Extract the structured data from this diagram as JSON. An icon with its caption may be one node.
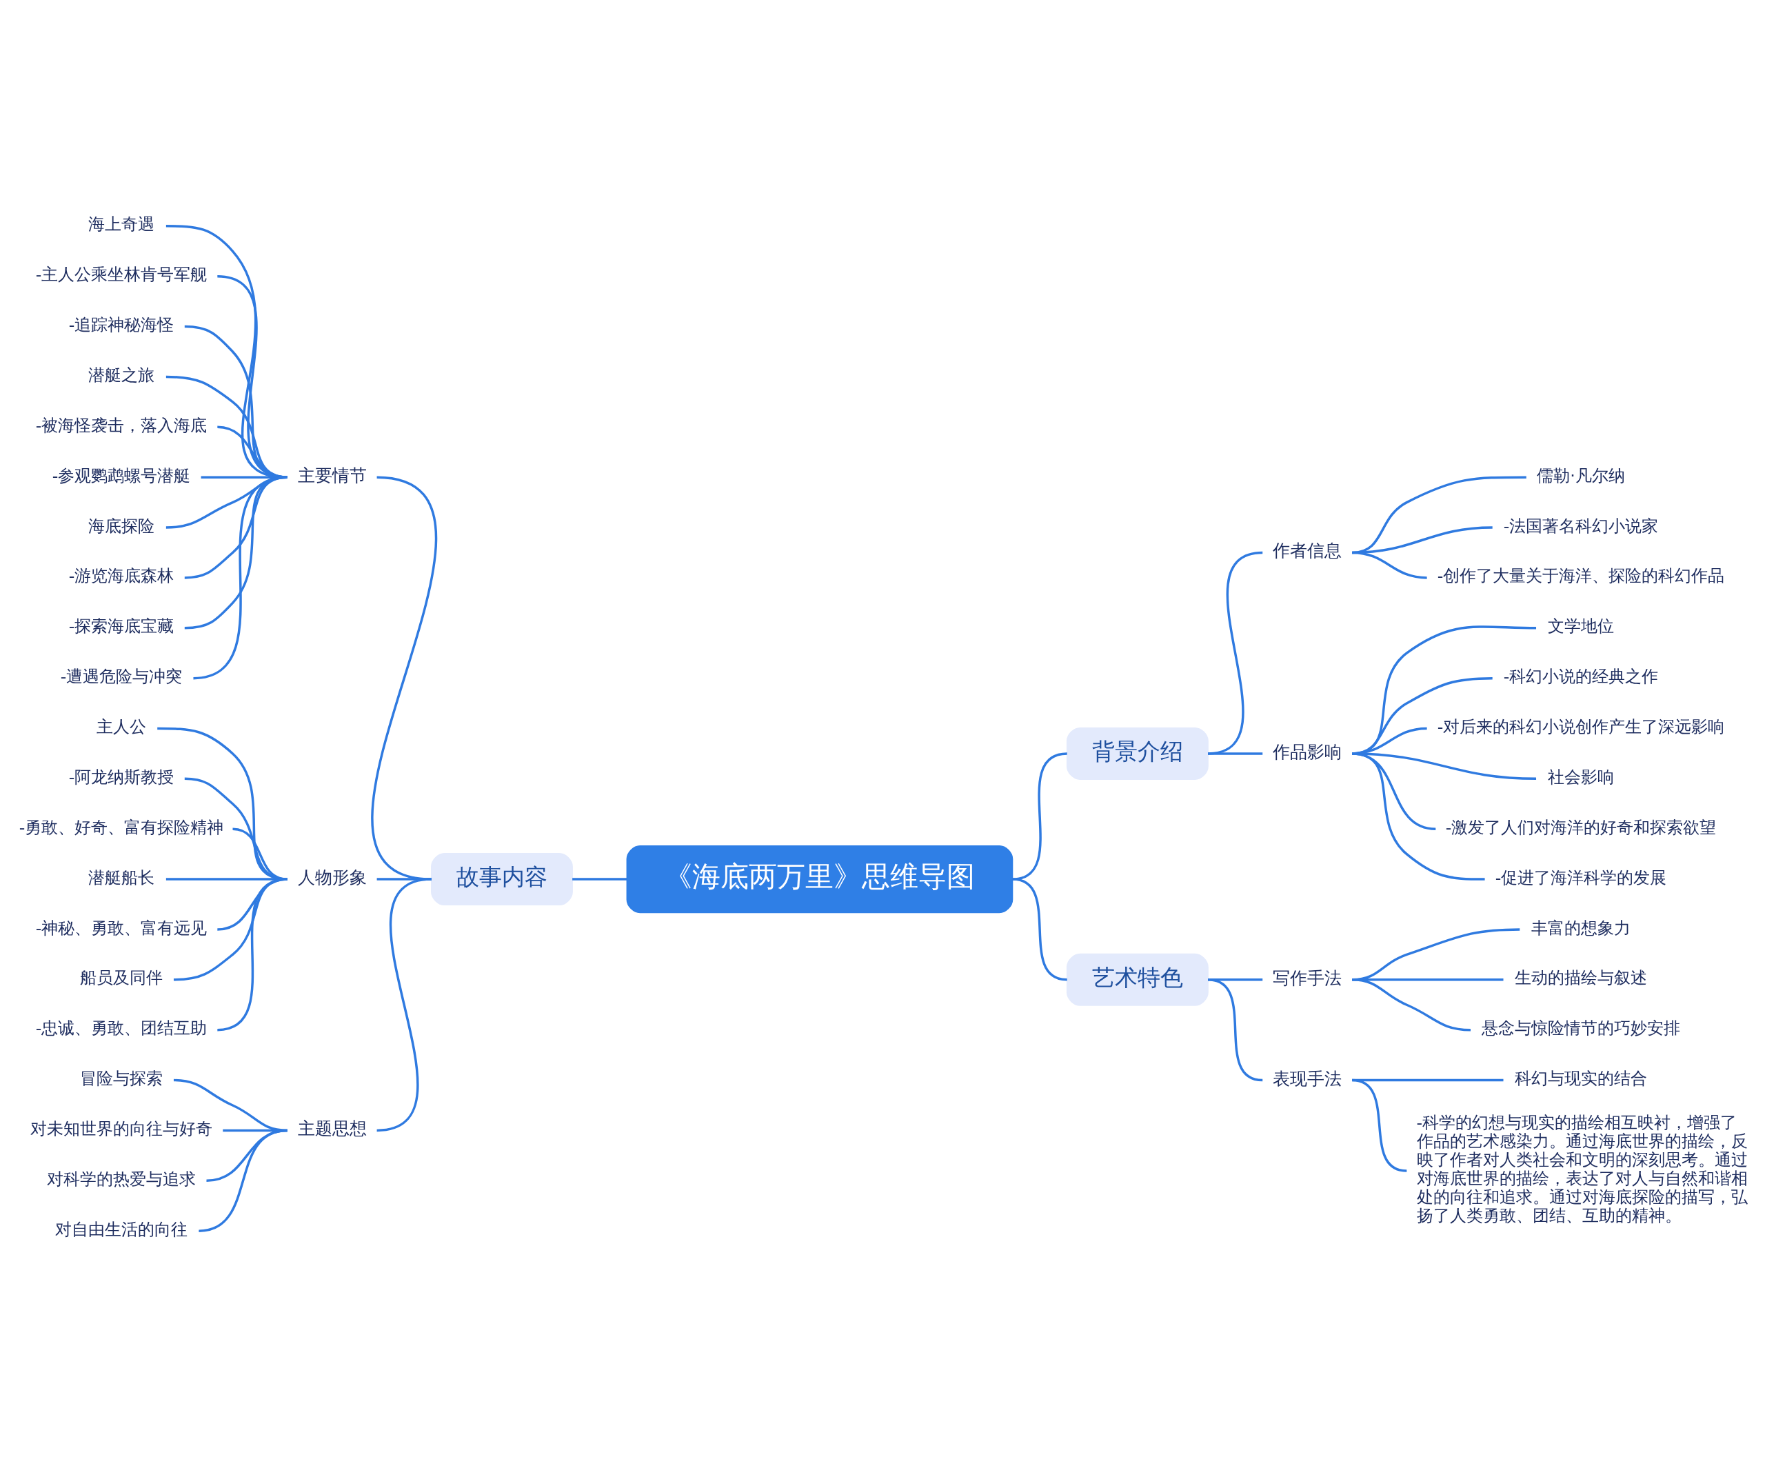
{
  "diagram": {
    "nodes": [
      {
        "text": [
          "《海底两万里》思维导图"
        ]
      },
      {
        "text": [
          "故事内容"
        ]
      },
      {
        "text": [
          "主要情节"
        ]
      },
      {
        "text": [
          "海上奇遇"
        ]
      },
      {
        "text": [
          "-主人公乘坐林肯号军舰"
        ]
      },
      {
        "text": [
          "-追踪神秘海怪"
        ]
      },
      {
        "text": [
          "潜艇之旅"
        ]
      },
      {
        "text": [
          "-被海怪袭击，落入海底"
        ]
      },
      {
        "text": [
          "-参观鹦鹉螺号潜艇"
        ]
      },
      {
        "text": [
          "海底探险"
        ]
      },
      {
        "text": [
          "-游览海底森林"
        ]
      },
      {
        "text": [
          "-探索海底宝藏"
        ]
      },
      {
        "text": [
          "-遭遇危险与冲突"
        ]
      },
      {
        "text": [
          "人物形象"
        ]
      },
      {
        "text": [
          "主人公"
        ]
      },
      {
        "text": [
          "-阿龙纳斯教授"
        ]
      },
      {
        "text": [
          "-勇敢、好奇、富有探险精神"
        ]
      },
      {
        "text": [
          "潜艇船长"
        ]
      },
      {
        "text": [
          "-神秘、勇敢、富有远见"
        ]
      },
      {
        "text": [
          "船员及同伴"
        ]
      },
      {
        "text": [
          "-忠诚、勇敢、团结互助"
        ]
      },
      {
        "text": [
          "主题思想"
        ]
      },
      {
        "text": [
          "冒险与探索"
        ]
      },
      {
        "text": [
          "对未知世界的向往与好奇"
        ]
      },
      {
        "text": [
          "对科学的热爱与追求"
        ]
      },
      {
        "text": [
          "对自由生活的向往"
        ]
      },
      {
        "text": [
          "背景介绍"
        ]
      },
      {
        "text": [
          "作者信息"
        ]
      },
      {
        "text": [
          "儒勒·凡尔纳"
        ]
      },
      {
        "text": [
          "-法国著名科幻小说家"
        ]
      },
      {
        "text": [
          "-创作了大量关于海洋、探险的科幻作品"
        ]
      },
      {
        "text": [
          "作品影响"
        ]
      },
      {
        "text": [
          "文学地位"
        ]
      },
      {
        "text": [
          "-科幻小说的经典之作"
        ]
      },
      {
        "text": [
          "-对后来的科幻小说创作产生了深远影响"
        ]
      },
      {
        "text": [
          "社会影响"
        ]
      },
      {
        "text": [
          "-激发了人们对海洋的好奇和探索欲望"
        ]
      },
      {
        "text": [
          "-促进了海洋科学的发展"
        ]
      },
      {
        "text": [
          "艺术特色"
        ]
      },
      {
        "text": [
          "写作手法"
        ]
      },
      {
        "text": [
          "丰富的想象力"
        ]
      },
      {
        "text": [
          "生动的描绘与叙述"
        ]
      },
      {
        "text": [
          "悬念与惊险情节的巧妙安排"
        ]
      },
      {
        "text": [
          "表现手法"
        ]
      },
      {
        "text": [
          "科幻与现实的结合"
        ]
      },
      {
        "text": [
          "-科学的幻想与现实的描绘相互映衬，增强了作品的艺术感染力。通过海底世界的描绘，反映了作者对人类社会和文明的深刻思考。通过对海底世界的描绘，表达了对人与自然和谐相处的向往和追求。通过对海底探险的描写，弘扬了人类勇敢、团结、互助的精神。"
        ]
      }
    ],
    "edges": [
      {
        "from": 0,
        "to": 1,
        "arrow": "none"
      },
      {
        "from": 1,
        "to": 2,
        "arrow": "none"
      },
      {
        "from": 2,
        "to": 3,
        "arrow": "none"
      },
      {
        "from": 2,
        "to": 4,
        "arrow": "none"
      },
      {
        "from": 2,
        "to": 5,
        "arrow": "none"
      },
      {
        "from": 2,
        "to": 6,
        "arrow": "none"
      },
      {
        "from": 2,
        "to": 7,
        "arrow": "none"
      },
      {
        "from": 2,
        "to": 8,
        "arrow": "none"
      },
      {
        "from": 2,
        "to": 9,
        "arrow": "none"
      },
      {
        "from": 2,
        "to": 10,
        "arrow": "none"
      },
      {
        "from": 2,
        "to": 11,
        "arrow": "none"
      },
      {
        "from": 2,
        "to": 12,
        "arrow": "none"
      },
      {
        "from": 1,
        "to": 13,
        "arrow": "none"
      },
      {
        "from": 13,
        "to": 14,
        "arrow": "none"
      },
      {
        "from": 13,
        "to": 15,
        "arrow": "none"
      },
      {
        "from": 13,
        "to": 16,
        "arrow": "none"
      },
      {
        "from": 13,
        "to": 17,
        "arrow": "none"
      },
      {
        "from": 13,
        "to": 18,
        "arrow": "none"
      },
      {
        "from": 13,
        "to": 19,
        "arrow": "none"
      },
      {
        "from": 13,
        "to": 20,
        "arrow": "none"
      },
      {
        "from": 1,
        "to": 21,
        "arrow": "none"
      },
      {
        "from": 21,
        "to": 22,
        "arrow": "none"
      },
      {
        "from": 21,
        "to": 23,
        "arrow": "none"
      },
      {
        "from": 21,
        "to": 24,
        "arrow": "none"
      },
      {
        "from": 21,
        "to": 25,
        "arrow": "none"
      },
      {
        "from": 0,
        "to": 26,
        "arrow": "none"
      },
      {
        "from": 26,
        "to": 27,
        "arrow": "none"
      },
      {
        "from": 27,
        "to": 28,
        "arrow": "none"
      },
      {
        "from": 27,
        "to": 29,
        "arrow": "none"
      },
      {
        "from": 27,
        "to": 30,
        "arrow": "none"
      },
      {
        "from": 26,
        "to": 31,
        "arrow": "none"
      },
      {
        "from": 31,
        "to": 32,
        "arrow": "none"
      },
      {
        "from": 31,
        "to": 33,
        "arrow": "none"
      },
      {
        "from": 31,
        "to": 34,
        "arrow": "none"
      },
      {
        "from": 31,
        "to": 35,
        "arrow": "none"
      },
      {
        "from": 31,
        "to": 36,
        "arrow": "none"
      },
      {
        "from": 31,
        "to": 37,
        "arrow": "none"
      },
      {
        "from": 0,
        "to": 38,
        "arrow": "none"
      },
      {
        "from": 38,
        "to": 39,
        "arrow": "none"
      },
      {
        "from": 39,
        "to": 40,
        "arrow": "none"
      },
      {
        "from": 39,
        "to": 41,
        "arrow": "none"
      },
      {
        "from": 39,
        "to": 42,
        "arrow": "none"
      },
      {
        "from": 38,
        "to": 43,
        "arrow": "none"
      },
      {
        "from": 43,
        "to": 44,
        "arrow": "none"
      },
      {
        "from": 43,
        "to": 45,
        "arrow": "none"
      }
    ]
  }
}
